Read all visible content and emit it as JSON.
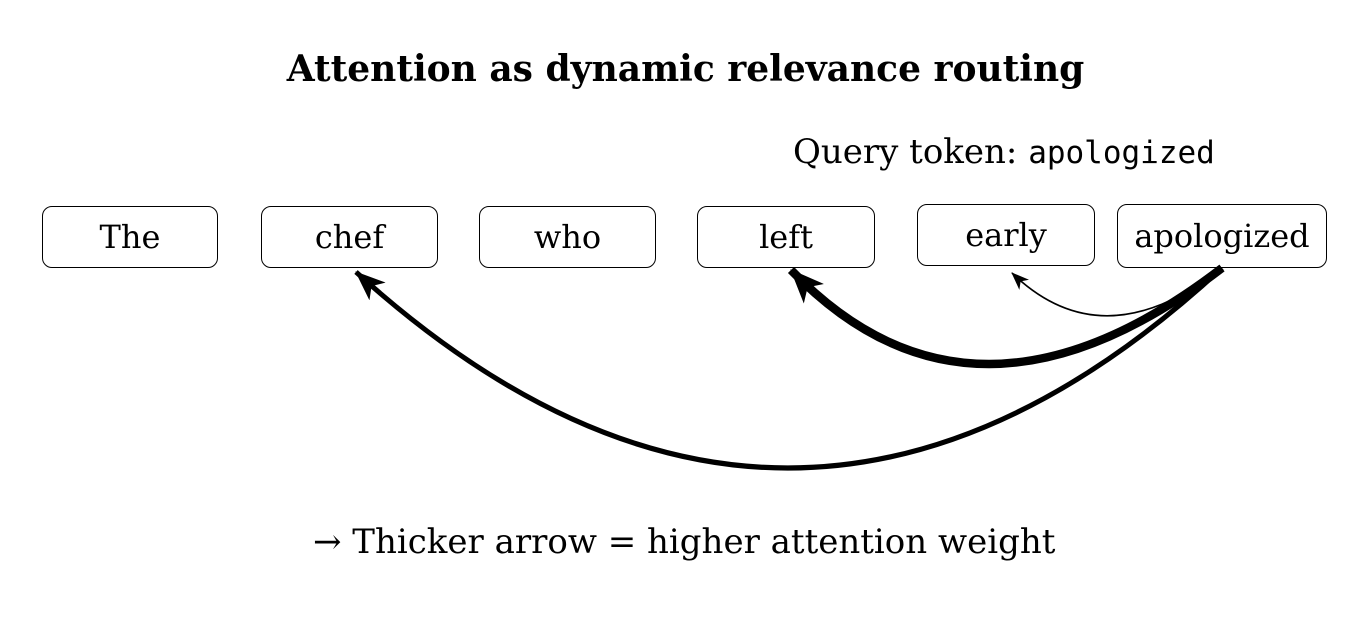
{
  "title": "Attention as dynamic relevance routing",
  "query": {
    "label": "Query token:",
    "token": "apologized"
  },
  "tokens": [
    "The",
    "chef",
    "who",
    "left",
    "early",
    "apologized"
  ],
  "attention_edges": [
    {
      "from": "apologized",
      "to": "chef",
      "weight": "medium"
    },
    {
      "from": "apologized",
      "to": "left",
      "weight": "high"
    },
    {
      "from": "apologized",
      "to": "early",
      "weight": "low"
    }
  ],
  "caption": "→ Thicker arrow = higher attention weight",
  "colors": {
    "ink": "#000000",
    "background": "#ffffff"
  }
}
